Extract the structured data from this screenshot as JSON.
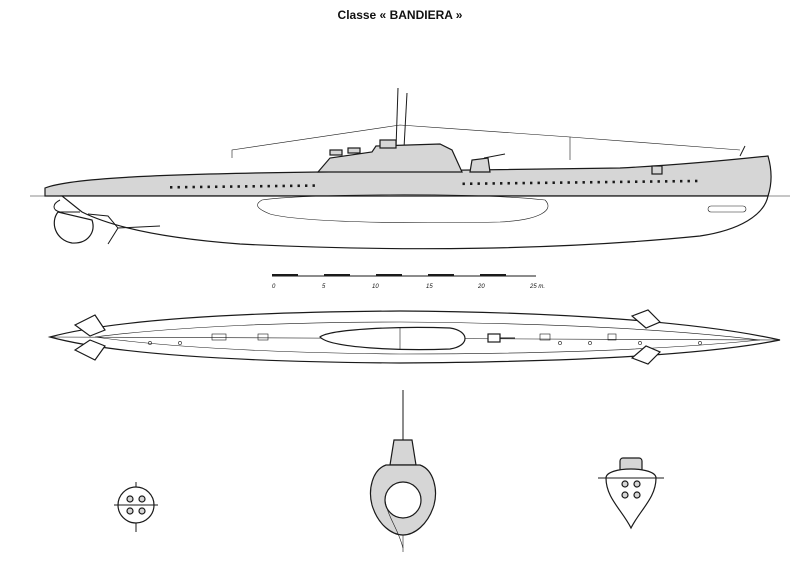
{
  "title": "Classe « BANDIERA »",
  "scale_bar": {
    "labels": [
      "0",
      "5",
      "10",
      "15",
      "20",
      "25 m."
    ]
  }
}
